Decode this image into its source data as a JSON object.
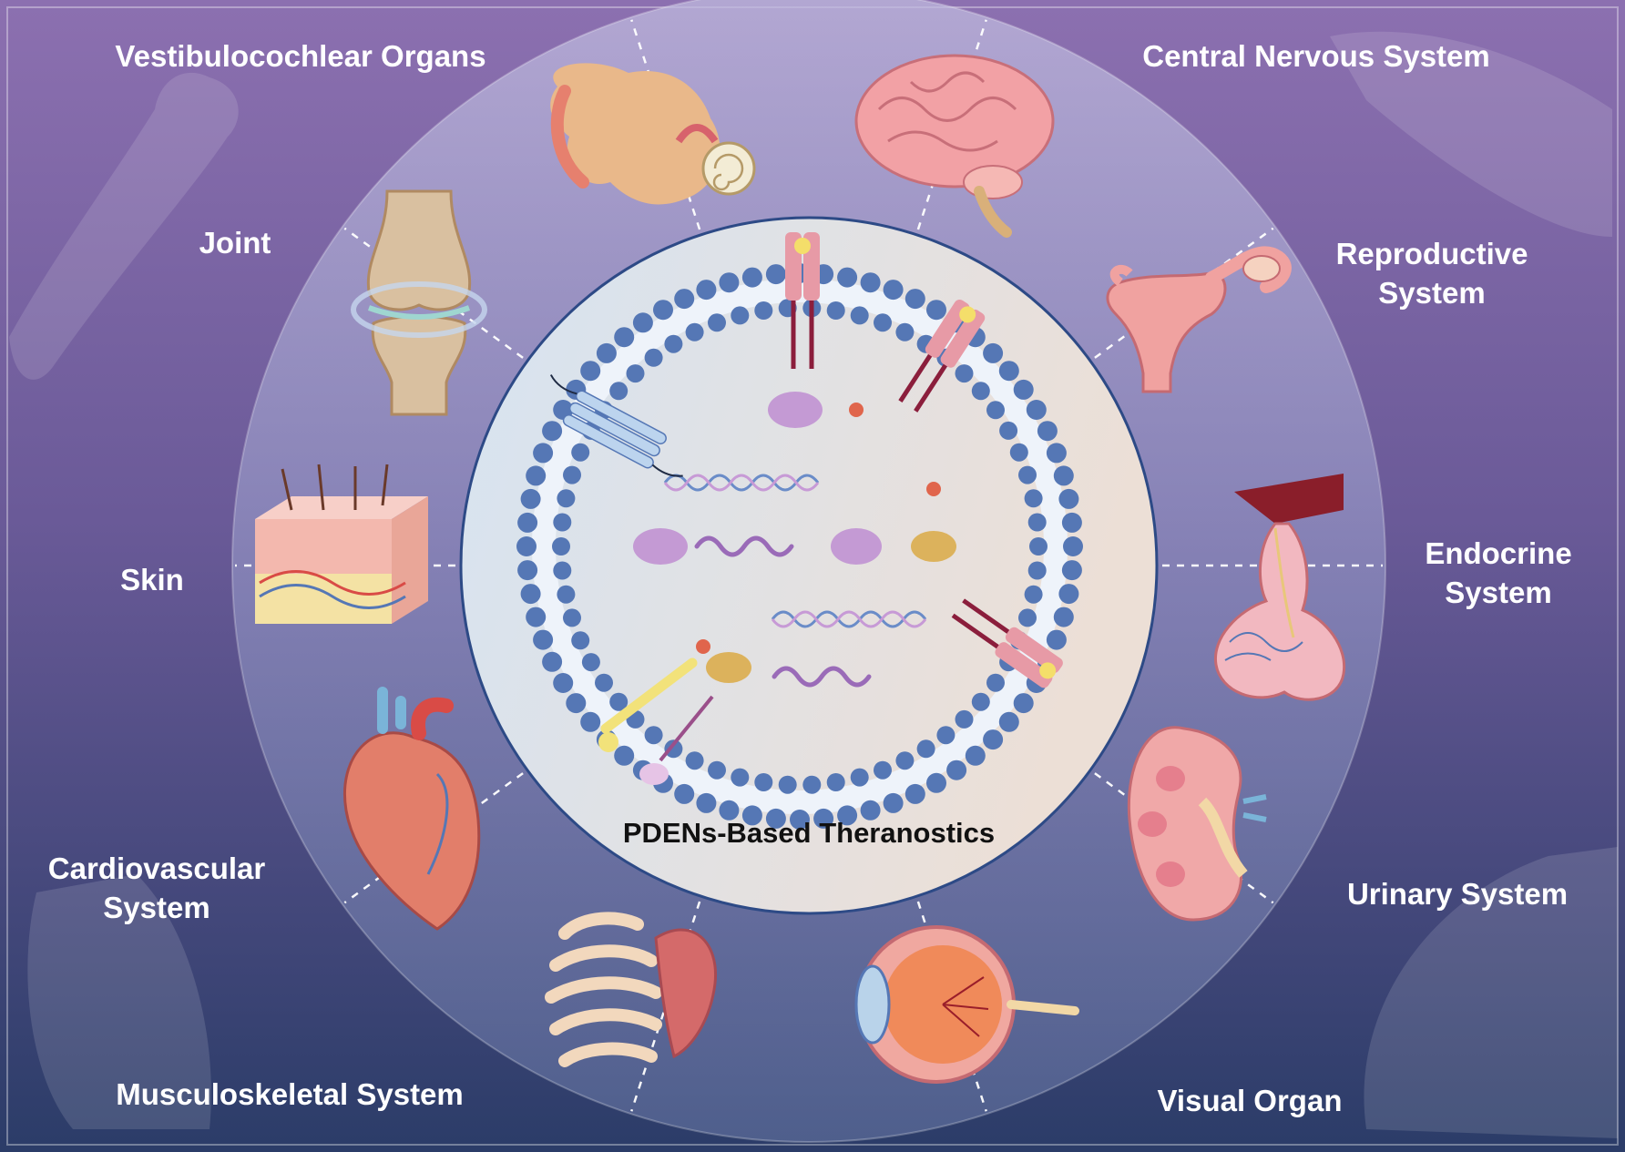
{
  "center": {
    "title": "PDENs-Based Theranostics"
  },
  "organs": [
    {
      "id": "vestibulocochlear",
      "label": [
        "Vestibulocochlear Organs"
      ],
      "icon": "ear-icon"
    },
    {
      "id": "central-nervous",
      "label": [
        "Central Nervous System"
      ],
      "icon": "brain-icon"
    },
    {
      "id": "reproductive",
      "label": [
        "Reproductive",
        "System"
      ],
      "icon": "uterus-icon"
    },
    {
      "id": "endocrine",
      "label": [
        "Endocrine",
        "System"
      ],
      "icon": "pituitary-icon"
    },
    {
      "id": "urinary",
      "label": [
        "Urinary System"
      ],
      "icon": "kidney-icon"
    },
    {
      "id": "visual",
      "label": [
        "Visual Organ"
      ],
      "icon": "eye-icon"
    },
    {
      "id": "musculoskeletal",
      "label": [
        "Musculoskeletal System"
      ],
      "icon": "ribcage-shoulder-icon"
    },
    {
      "id": "cardiovascular",
      "label": [
        "Cardiovascular",
        "System"
      ],
      "icon": "heart-icon"
    },
    {
      "id": "skin",
      "label": [
        "Skin"
      ],
      "icon": "skin-section-icon"
    },
    {
      "id": "joint",
      "label": [
        "Joint"
      ],
      "icon": "knee-joint-icon"
    }
  ],
  "colors": {
    "background_top": "#8a6fae",
    "background_bottom": "#2c3d69",
    "ring": "#c6c3e0",
    "membrane": "#5577b5",
    "receptor": "#e79aa6",
    "protein_purple": "#c49ad4",
    "protein_gold": "#dcb25c",
    "dot_red": "#e0654c"
  }
}
